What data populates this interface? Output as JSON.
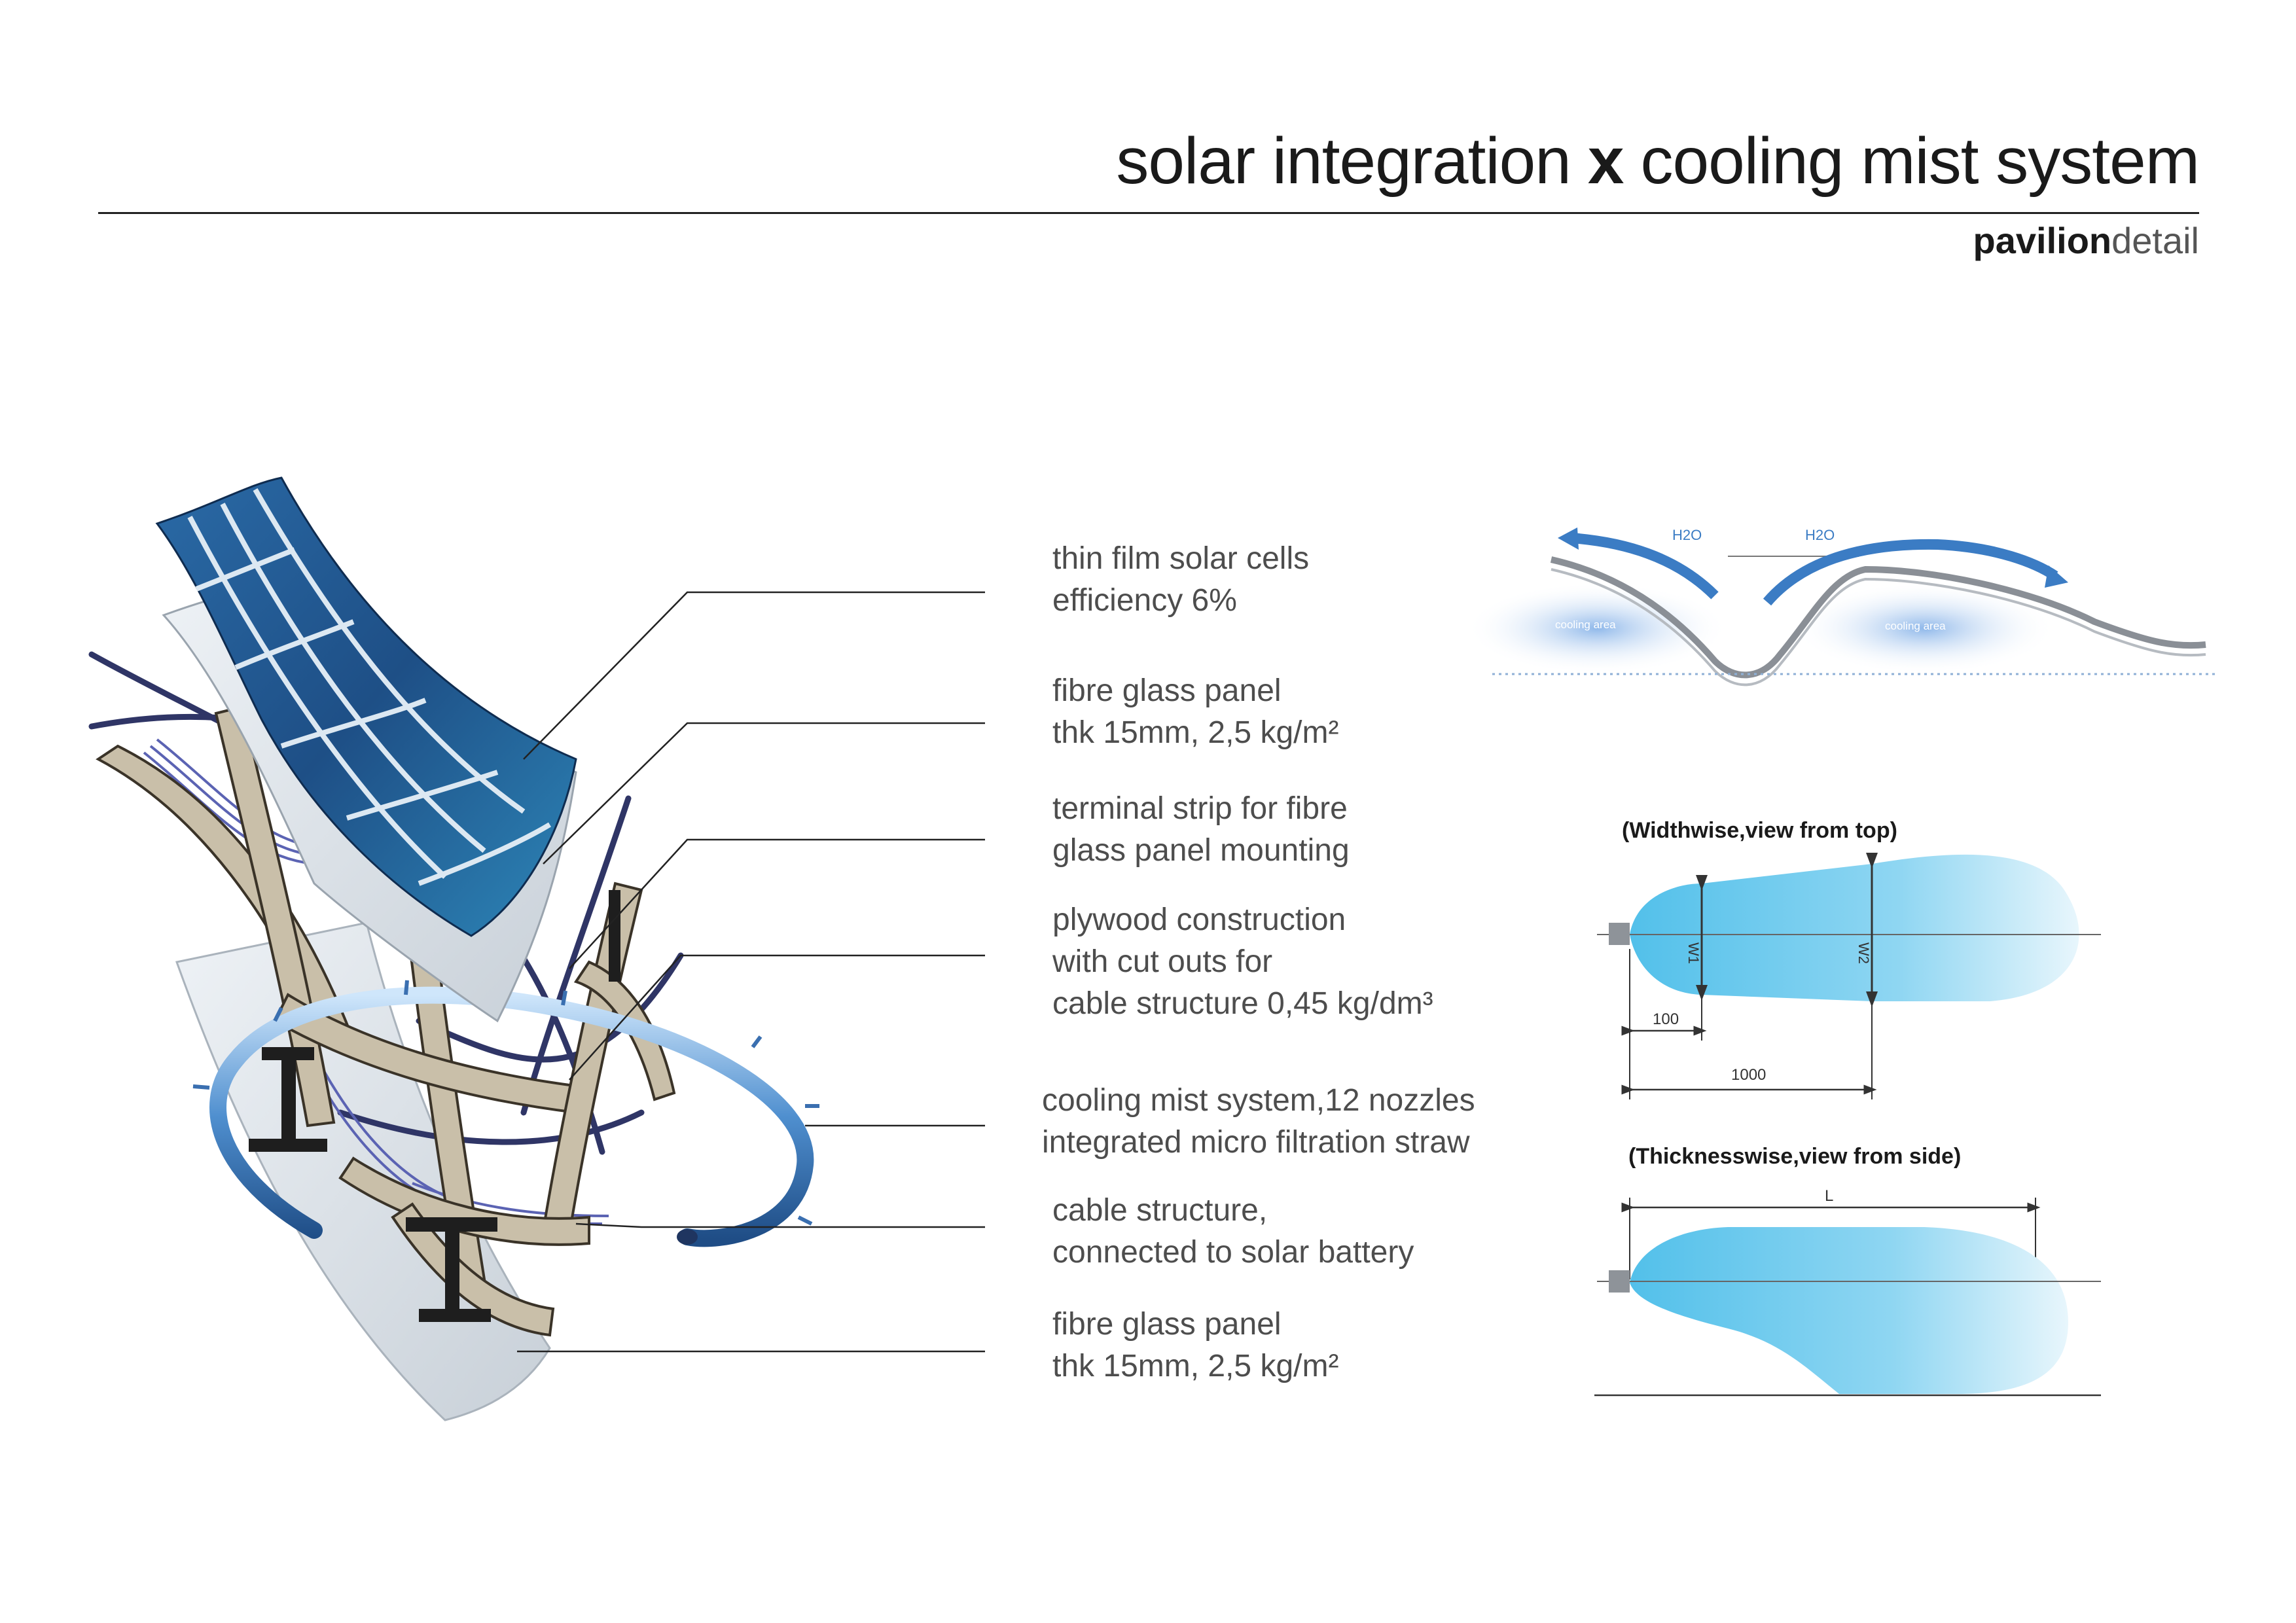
{
  "header": {
    "title_part1": "solar integration",
    "title_x": "x",
    "title_part2": "cooling mist system",
    "subtitle_bold": "pavilion",
    "subtitle_light": "detail"
  },
  "labels": [
    {
      "line1": "thin film solar cells",
      "line2": "efficiency 6%"
    },
    {
      "line1": "fibre glass panel",
      "line2": "thk 15mm, 2,5 kg/m²"
    },
    {
      "line1": "terminal strip for fibre",
      "line2": "glass panel mounting"
    },
    {
      "line1": "plywood construction",
      "line2": "with cut outs for",
      "line3": "cable structure 0,45 kg/dm³"
    },
    {
      "line1": "cooling mist system,12 nozzles",
      "line2": "integrated micro filtration straw"
    },
    {
      "line1": "cable structure,",
      "line2": "connected to solar battery"
    },
    {
      "line1": "fibre glass panel",
      "line2": "thk 15mm, 2,5 kg/m²"
    }
  ],
  "section_diagram": {
    "h2o_left": "H2O",
    "h2o_right": "H2O",
    "cooling_left": "cooling area",
    "cooling_right": "cooling area"
  },
  "spray_top": {
    "title": "(Widthwise,view from top)",
    "w1": "W1",
    "w2": "W2",
    "dim_100": "100",
    "dim_1000": "1000"
  },
  "spray_side": {
    "title": "(Thicknesswise,view from side)",
    "dim_l": "L"
  },
  "colors": {
    "solar_blue": "#1f5f95",
    "mist_blue": "#5cc3ea",
    "plywood": "#c9bfa9",
    "cable": "#2f3566"
  }
}
